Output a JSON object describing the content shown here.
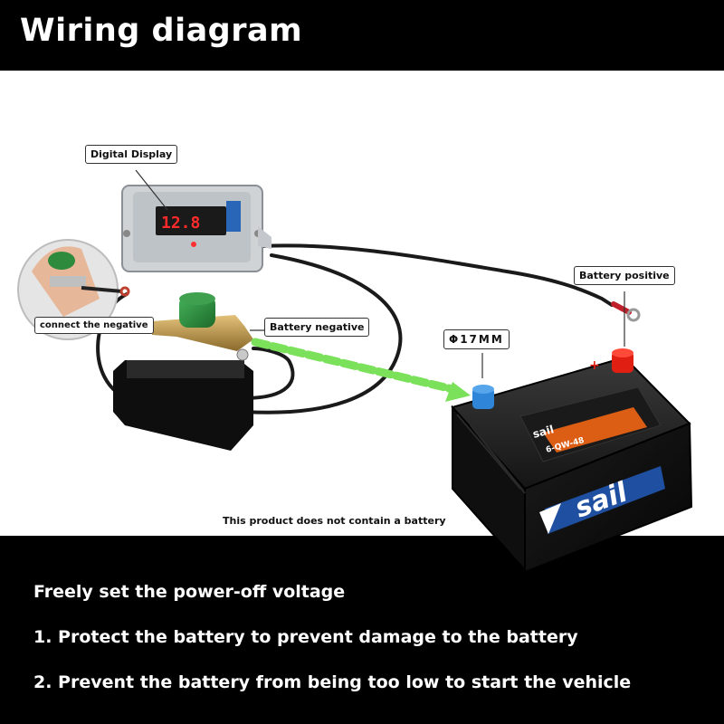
{
  "header": {
    "title": "Wiring diagram"
  },
  "callouts": {
    "digital_display": "Digital Display",
    "battery_positive": "Battery positive",
    "battery_negative": "Battery negative",
    "connect_negative": "connect the negative",
    "terminal_size": "Φ17MM"
  },
  "display": {
    "reading": "12.8"
  },
  "battery": {
    "brand": "sail",
    "model": "6-QW-48"
  },
  "note": "This product does not contain a battery",
  "features": [
    "Freely set the power-off voltage",
    "1. Protect the battery to prevent damage to the battery",
    "2. Prevent the battery from being too low to start the vehicle"
  ],
  "colors": {
    "background": "#ffffff",
    "band": "#000000",
    "arrow": "#7be05a",
    "terminal_positive": "#e01e12",
    "terminal_negative": "#2f86d8",
    "switch_knob": "#2e8a3c",
    "display_digits": "#ff2a2a"
  }
}
